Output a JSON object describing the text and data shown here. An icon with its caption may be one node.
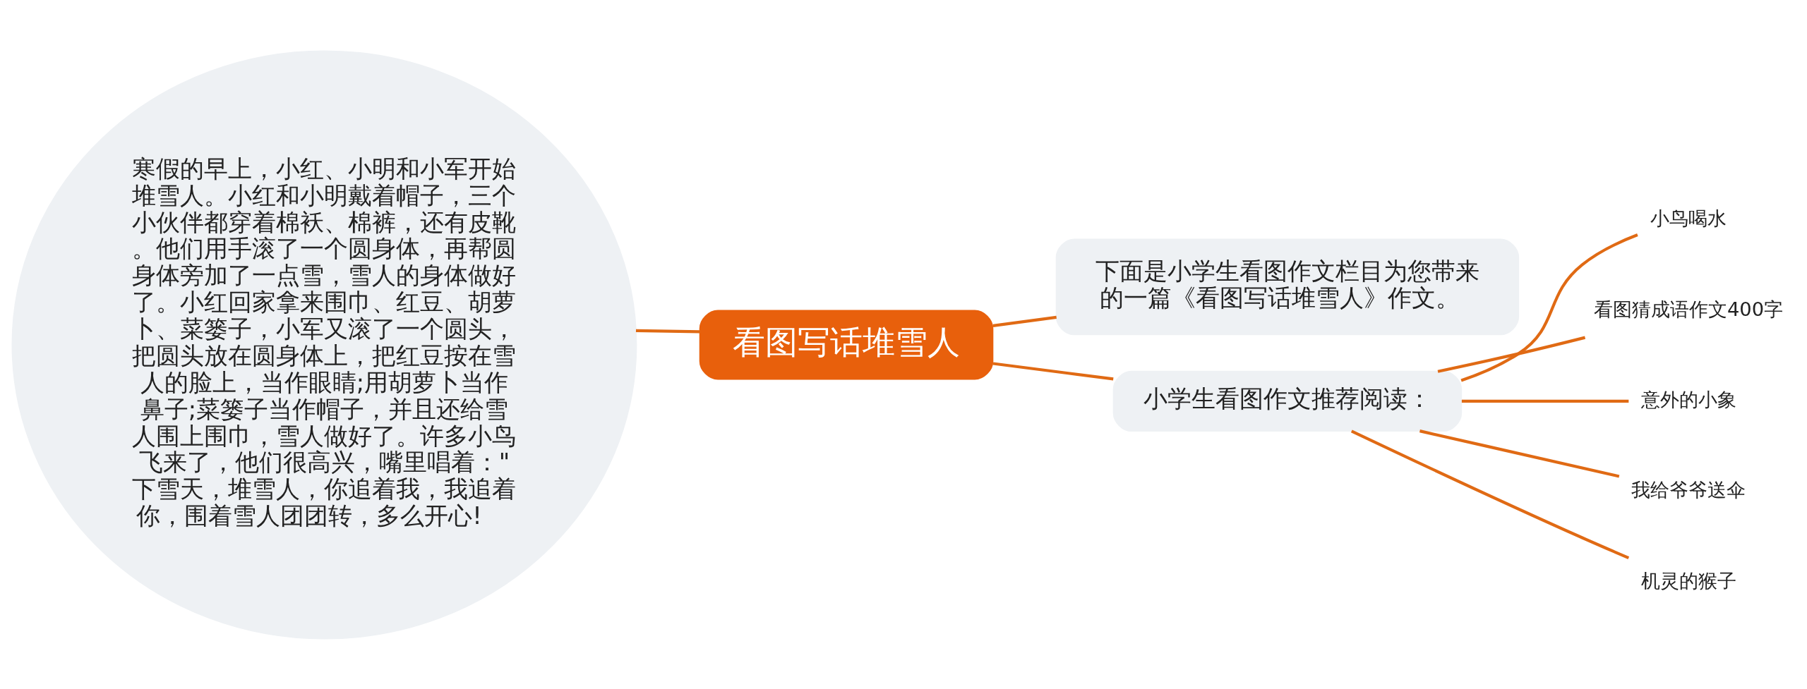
{
  "diagram": {
    "nodes": [
      {
        "text": [
          "看图写话堆雪人"
        ]
      },
      {
        "text": [
          "寒假的早上，小红、小明和小军开始堆雪人。小红和小明戴着帽子，三个小伙伴都穿着棉袄、棉裤，还有皮靴。他们用手滚了一个圆身体，再帮圆身体旁加了一点雪，雪人的身体做好了。小红回家拿来围巾、红豆、胡萝卜、菜篓子，小军又滚了一个圆头，把圆头放在圆身体上，把红豆按在雪人的脸上，当作眼睛;用胡萝卜当作鼻子;菜篓子当作帽子，并且还给雪人围上围巾，雪人做好了。许多小鸟飞来了，他们很高兴，嘴里唱着：\"下雪天，堆雪人，你追着我，我追着你，围着雪人团团转，多么开心!"
        ]
      },
      {
        "text": [
          "下面是小学生看图作文栏目为您带来的一篇《看图写话堆雪人》作文。"
        ]
      },
      {
        "text": [
          "小学生看图作文推荐阅读："
        ]
      },
      {
        "text": [
          "小鸟喝水"
        ]
      },
      {
        "text": [
          "看图猜成语作文400字"
        ]
      },
      {
        "text": [
          "意外的小象"
        ]
      },
      {
        "text": [
          "我给爷爷送伞"
        ]
      },
      {
        "text": [
          "机灵的猴子"
        ]
      }
    ],
    "edges": [
      {
        "from": 0,
        "to": 1,
        "arrow": "none"
      },
      {
        "from": 0,
        "to": 2,
        "arrow": "none"
      },
      {
        "from": 0,
        "to": 3,
        "arrow": "none"
      },
      {
        "from": 3,
        "to": 4,
        "arrow": "none"
      },
      {
        "from": 3,
        "to": 5,
        "arrow": "none"
      },
      {
        "from": 3,
        "to": 6,
        "arrow": "none"
      },
      {
        "from": 3,
        "to": 7,
        "arrow": "none"
      },
      {
        "from": 3,
        "to": 8,
        "arrow": "none"
      }
    ]
  }
}
